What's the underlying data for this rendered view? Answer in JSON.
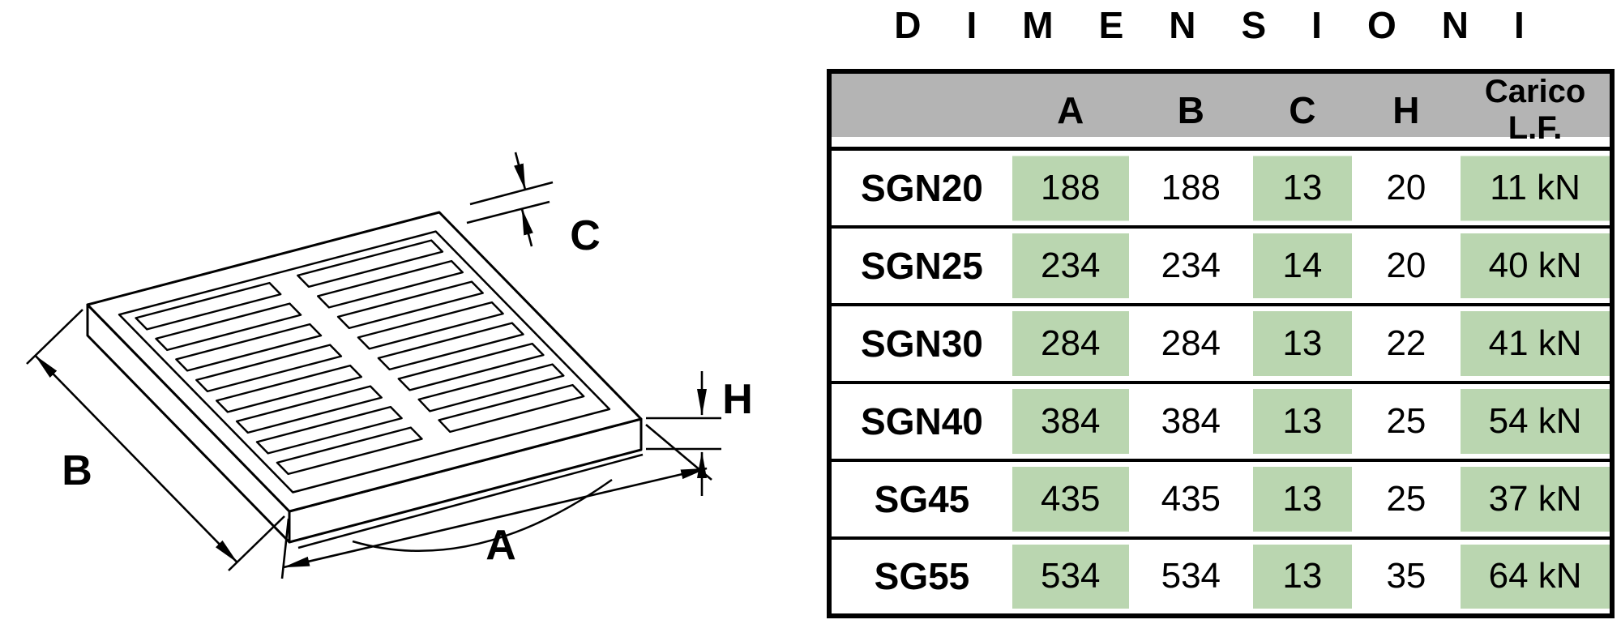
{
  "title": "DIMENSIONI",
  "diagram": {
    "labels": {
      "a": "A",
      "b": "B",
      "c": "C",
      "h": "H"
    }
  },
  "table": {
    "headers": {
      "model": "",
      "a": "A",
      "b": "B",
      "c": "C",
      "h": "H",
      "load": "Carico L.F."
    },
    "rows": [
      {
        "model": "SGN20",
        "a": "188",
        "b": "188",
        "c": "13",
        "h": "20",
        "load": "11 kN"
      },
      {
        "model": "SGN25",
        "a": "234",
        "b": "234",
        "c": "14",
        "h": "20",
        "load": "40 kN"
      },
      {
        "model": "SGN30",
        "a": "284",
        "b": "284",
        "c": "13",
        "h": "22",
        "load": "41 kN"
      },
      {
        "model": "SGN40",
        "a": "384",
        "b": "384",
        "c": "13",
        "h": "25",
        "load": "54 kN"
      },
      {
        "model": "SG45",
        "a": "435",
        "b": "435",
        "c": "13",
        "h": "25",
        "load": "37 kN"
      },
      {
        "model": "SG55",
        "a": "534",
        "b": "534",
        "c": "13",
        "h": "35",
        "load": "64 kN"
      }
    ]
  },
  "colors": {
    "header_bg": "#b4b4b4",
    "green_column": "#bad6b0",
    "line": "#000000",
    "background": "#ffffff"
  }
}
